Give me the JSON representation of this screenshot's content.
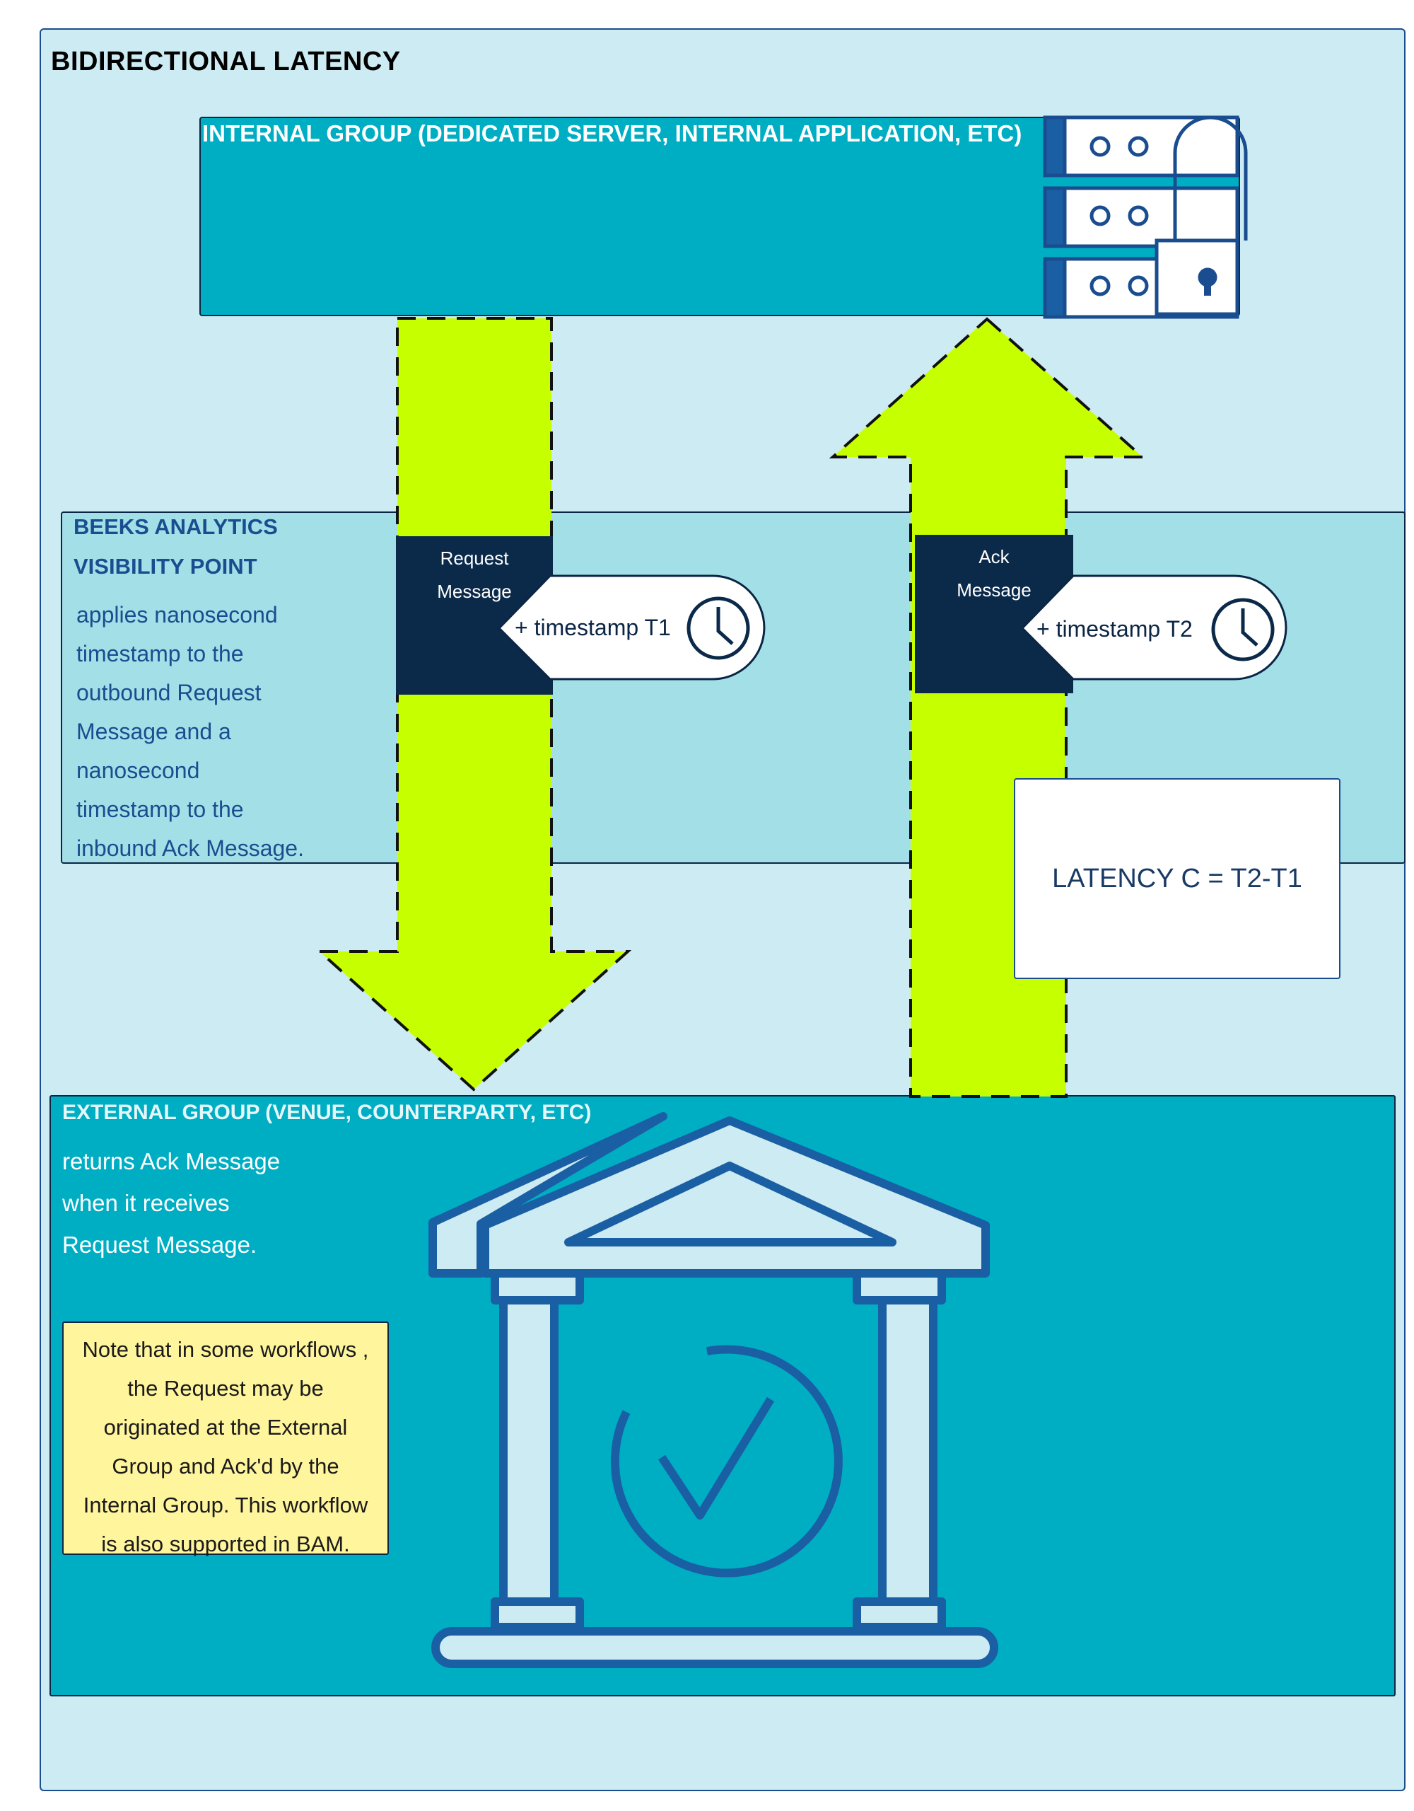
{
  "title": "BIDIRECTIONAL LATENCY",
  "internal_group": {
    "title": "INTERNAL GROUP (DEDICATED SERVER, INTERNAL APPLICATION, ETC)",
    "icon": "server-lock-icon"
  },
  "visibility_point": {
    "title_line1": "BEEKS ANALYTICS",
    "title_line2": "VISIBILITY POINT",
    "body_lines": [
      "applies nanosecond",
      "timestamp to the",
      "outbound Request",
      "Message and a",
      "nanosecond",
      "timestamp to the",
      "inbound Ack Message."
    ]
  },
  "request_message": {
    "label_line1": "Request",
    "label_line2": "Message",
    "timestamp": "+ timestamp T1",
    "icon": "clock-icon"
  },
  "ack_message": {
    "label_line1": "Ack",
    "label_line2": "Message",
    "timestamp": "+ timestamp T2",
    "icon": "clock-icon"
  },
  "latency": {
    "text": "LATENCY C = T2-T1"
  },
  "external_group": {
    "title": "EXTERNAL GROUP (VENUE, COUNTERPARTY, ETC)",
    "body_lines": [
      "returns Ack Message",
      "when it receives",
      "Request Message."
    ],
    "icon": "bank-checkmark-icon"
  },
  "note": {
    "lines": [
      "Note that in some workflows ,",
      "the Request may be",
      "originated at the External",
      "Group and Ack'd by the",
      "Internal Group. This workflow",
      "is also supported in BAM."
    ]
  },
  "colors": {
    "background": "#cdebf2",
    "teal": "#00aec4",
    "visibility_band": "#a3dfe7",
    "arrow_lime": "#c6ff00",
    "navy": "#0b2545",
    "icon_blue": "#1a5fa3",
    "note_yellow": "#fff59d"
  }
}
